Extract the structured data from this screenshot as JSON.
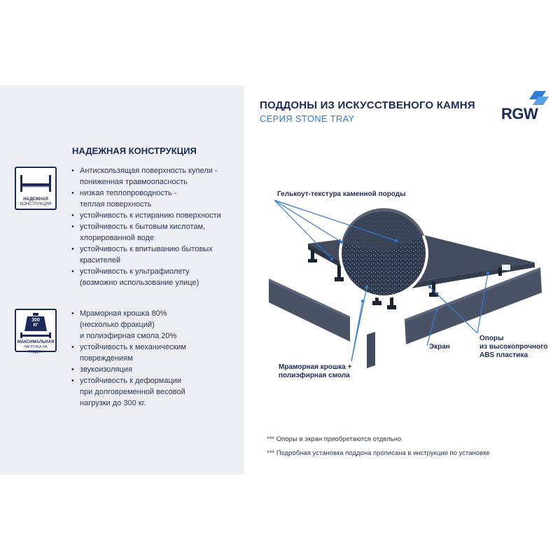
{
  "header": {
    "title": "ПОДДОНЫ ИЗ ИСКУССТВЕНОГО КАМНЯ",
    "subtitle": "СЕРИЯ STONE TRAY",
    "logo_text": "RGW",
    "accent_color": "#2f7bd6",
    "brand_color": "#1c2a5a"
  },
  "left": {
    "heading": "НАДЕЖНАЯ КОНСТРУКЦИЯ",
    "badge1": {
      "icon": "shelf-icon",
      "label_line1": "НАДЕЖНАЯ",
      "label_line2": "КОНСТРУКЦИЯ"
    },
    "badge2": {
      "icon": "weight-icon",
      "weight_text": "300",
      "weight_unit": "КГ",
      "label_line1": "МАКСИМАЛЬНАЯ",
      "label_line2": "НАГРУЗКА НА ПОДДОН"
    },
    "list1": [
      "Антискользящая поверхность купели -",
      "пониженная травмоопасность",
      "низкая теплопроводность -",
      "теплая поверхность",
      "устойчивость к истиранию поверхности",
      "устойчивость к бытовым кислотам,",
      "хлорированной воде",
      "устойчивость к впитыванию бытовых",
      "красителей",
      "устойчивость к ультрафиолету",
      "(возможно использование улице)"
    ],
    "list2": [
      "Мраморная крошка 80%",
      "(несколько фракций)",
      "и полиэфирная смола 20%",
      "устойчивость к механическим",
      "повреждениям",
      "звукоизоляция",
      "устойчивость к деформации",
      "при долговременной весовой",
      "нагрузки до 300 кг."
    ]
  },
  "callouts": {
    "gelcoat": "Гелькоут-текстура каменной породы",
    "supports_line1": "Опоры",
    "supports_line2": "из высокопрочного",
    "supports_line3": "ABS пластика",
    "screen": "Экран",
    "marble_line1": "Мраморная крошка +",
    "marble_line2": "полиэфирная смола"
  },
  "footnotes": {
    "fn1": "*** Опоры и экран приобретаются отдельно",
    "fn2": "*** Подробная установка поддона прописана в инструкции по установке"
  }
}
